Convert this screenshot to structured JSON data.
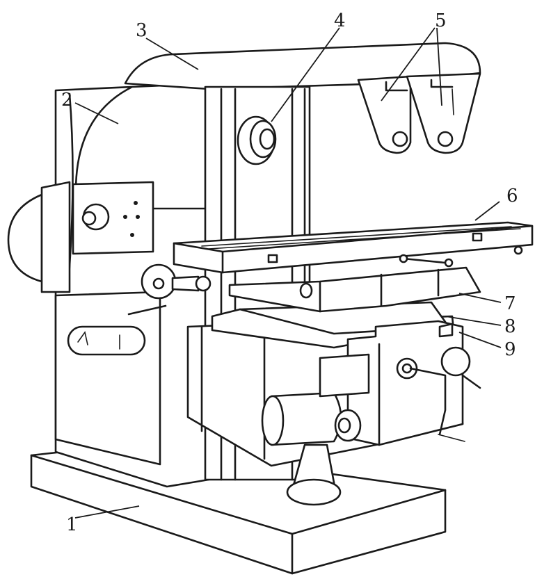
{
  "labels": {
    "n1": "1",
    "n2": "2",
    "n3": "3",
    "n4": "4",
    "n5": "5",
    "n6": "6",
    "n7": "7",
    "n8": "8",
    "n9": "9"
  },
  "colors": {
    "ink": "#1a1a1a",
    "background": "#ffffff"
  }
}
